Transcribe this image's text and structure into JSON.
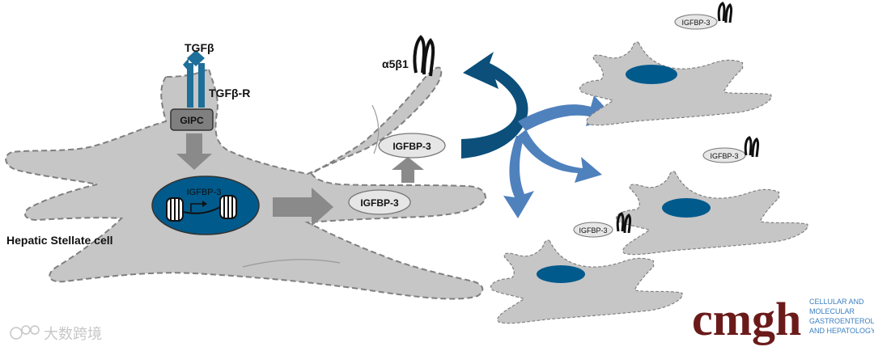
{
  "labels": {
    "tgfb": "TGFβ",
    "tgfb_r": "TGFβ-R",
    "gipc": "GIPC",
    "integrin": "α5β1",
    "nucleus_gene": "IGFBP-3",
    "secreted_top": "IGFBP-3",
    "secreted_mid": "IGFBP-3",
    "cell_name": "Hepatic Stellate cell",
    "small_igfbp": "IGFBP-3"
  },
  "logo": {
    "word": "cmgh",
    "journal_lines": [
      "CELLULAR AND",
      "MOLECULAR",
      "GASTROENTEROLOGY",
      "AND HEPATOLOGY"
    ]
  },
  "watermark": "大数跨境",
  "colors": {
    "cell_fill": "#c6c6c6",
    "cell_stroke": "#7f7f7f",
    "nucleus": "#005a8c",
    "receptor": "#1e6f9a",
    "arrow_dark": "#0b4f7a",
    "arrow_light": "#4f81bd",
    "process_arrow": "#8a8a8a",
    "logo_word": "#6b1a1a",
    "logo_text": "#3a7fc1"
  }
}
